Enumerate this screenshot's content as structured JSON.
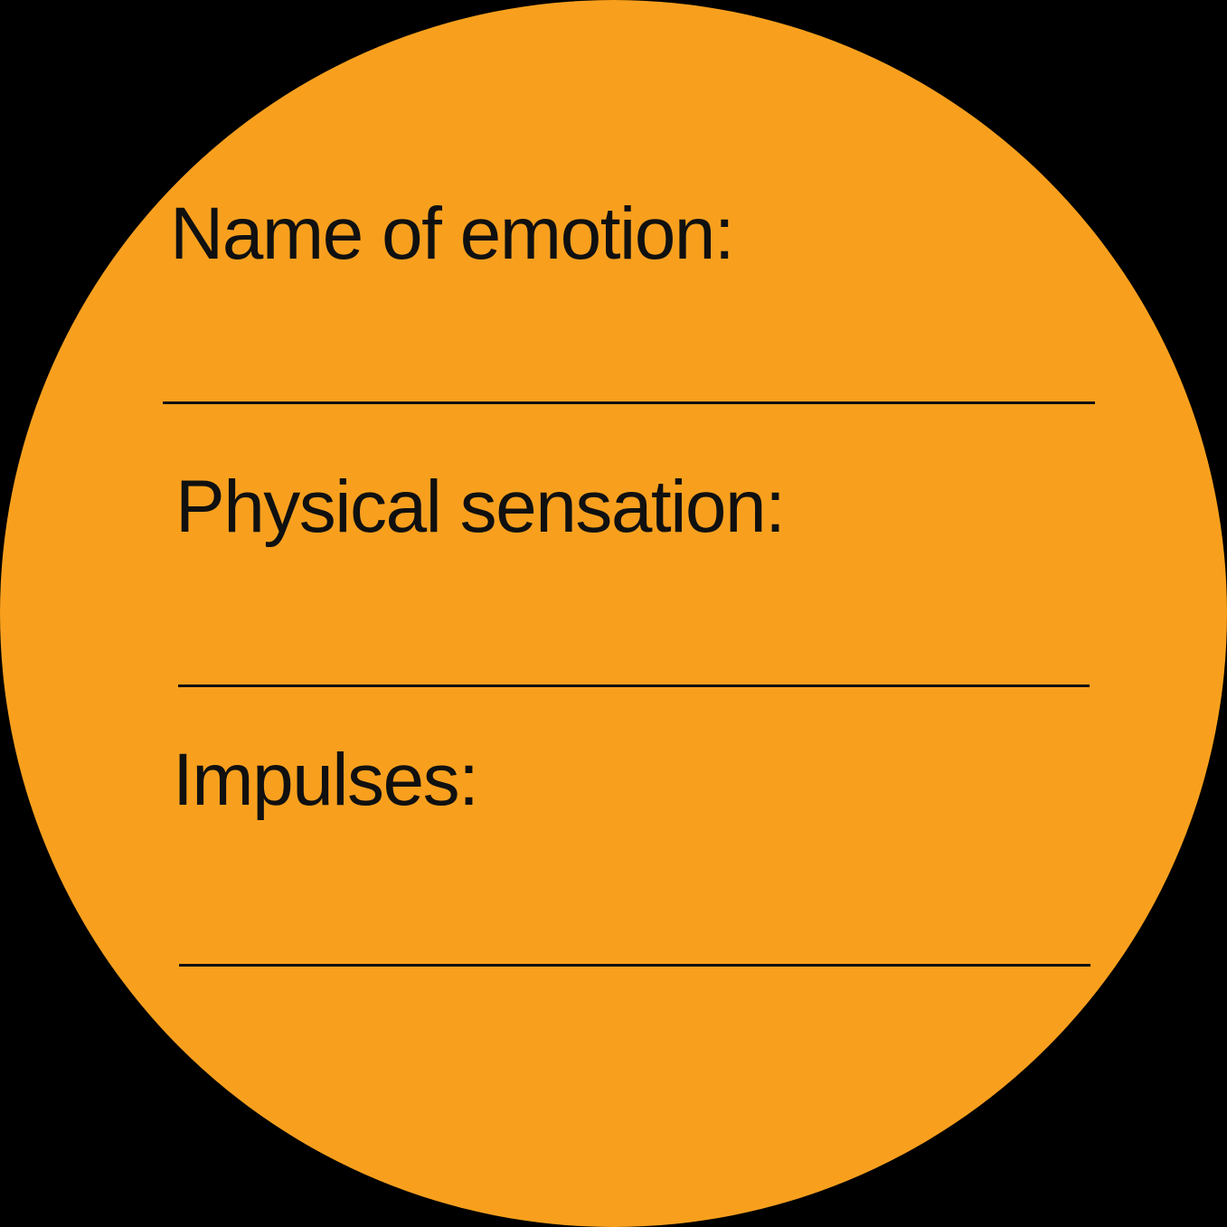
{
  "worksheet": {
    "shape": "circle",
    "colors": {
      "background": "#000000",
      "circle_fill": "#F8A01E",
      "text": "#101010",
      "line": "#101010"
    },
    "fields": [
      {
        "label": "Name of emotion:",
        "value": ""
      },
      {
        "label": "Physical sensation:",
        "value": ""
      },
      {
        "label": "Impulses:",
        "value": ""
      }
    ]
  }
}
